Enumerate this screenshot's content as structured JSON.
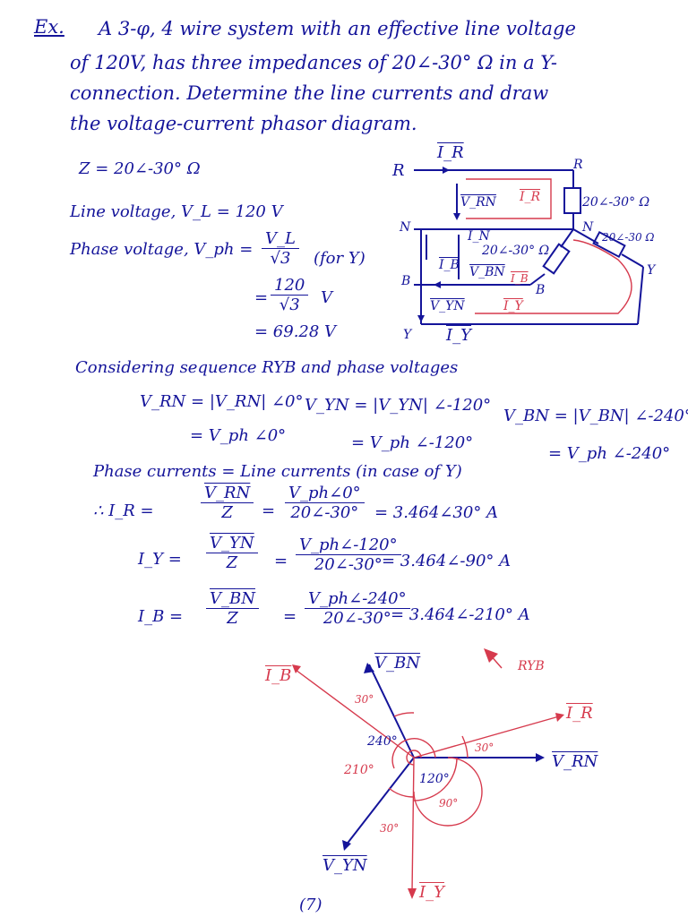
{
  "problem": {
    "label": "Ex.",
    "line1": "A 3-φ, 4 wire system with an effective line voltage",
    "line2": "of 120V, has three impedances of 20∠-30° Ω in a Y-",
    "line3": "connection. Determine the line currents and draw",
    "line4": "the voltage-current phasor diagram."
  },
  "given": {
    "z": "Z = 20∠-30° Ω",
    "line_voltage": "Line voltage, V_L = 120 V",
    "phase_prefix": "Phase voltage, V_ph =",
    "frac1_num": "V_L",
    "frac1_den": "√3",
    "for_y": "(for Y)",
    "eq2": "=",
    "frac2_num": "120",
    "frac2_den": "√3",
    "unit_v": "V",
    "result": "= 69.28 V"
  },
  "circuit": {
    "node_r": "R",
    "node_n": "N",
    "node_b": "B",
    "node_y": "Y",
    "i_r": "I_R",
    "v_rn": "V_RN",
    "i_r_red": "I_R",
    "imp_r": "20∠-30° Ω",
    "r_top": "R",
    "n_right": "N",
    "imp_y": "20∠-30 Ω",
    "y_right": "Y",
    "i_n": "I_N",
    "imp_b": "20∠-30° Ω",
    "i_b": "I_B",
    "v_bn": "V_BN",
    "i_b_red": "I_B",
    "b_mid": "B",
    "v_yn": "V_YN",
    "i_y_red": "I_Y",
    "i_y": "I_Y"
  },
  "sequence": {
    "heading": "Considering sequence RYB and phase voltages",
    "v_rn_def": "V_RN = |V_RN| ∠0°",
    "v_yn_def": "V_YN = |V_YN| ∠-120°",
    "v_bn_def": "V_BN = |V_BN| ∠-240°",
    "v_rn_val": "= V_ph ∠0°",
    "v_yn_val": "= V_ph ∠-120°",
    "v_bn_val": "= V_ph ∠-240°",
    "phase_eq": "Phase currents = Line currents (in case of Y)"
  },
  "currents": [
    {
      "lhs": "∴  I_R =",
      "n1": "V_RN",
      "d1": "Z",
      "n2": "V_ph∠0°",
      "d2": "20∠-30°",
      "res": "= 3.464∠30° A"
    },
    {
      "lhs": "I_Y =",
      "n1": "V_YN",
      "d1": "Z",
      "n2": "V_ph∠-120°",
      "d2": "20∠-30°",
      "res": "= 3.464∠-90° A"
    },
    {
      "lhs": "I_B =",
      "n1": "V_BN",
      "d1": "Z",
      "n2": "V_ph∠-240°",
      "d2": "20∠-30°",
      "res": "= 3.464∠-210° A"
    }
  ],
  "phasor": {
    "v_bn": "V_BN",
    "i_b": "I_B",
    "ryb": "RYB",
    "i_r": "I_R",
    "v_rn": "V_RN",
    "v_yn": "V_YN",
    "i_y": "I_Y",
    "a30_top": "30°",
    "a240": "240°",
    "a210": "210°",
    "a120": "120°",
    "a90": "90°",
    "a30_right": "30°",
    "a30_bottom": "30°"
  },
  "page_number": "(7)",
  "colors": {
    "ink": "#14149a",
    "red": "#d63a4d"
  }
}
